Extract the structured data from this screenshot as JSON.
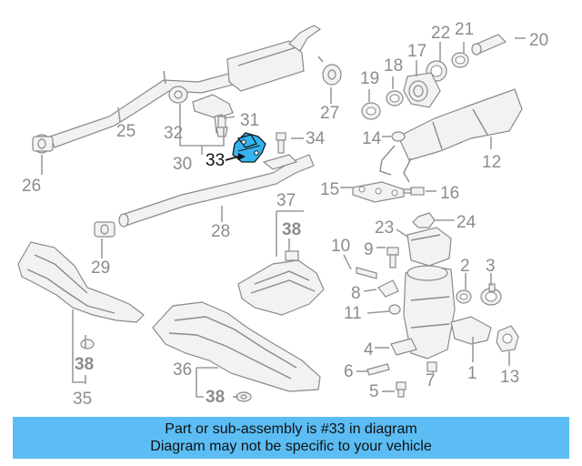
{
  "diagram": {
    "callouts": {
      "c1": "1",
      "c2": "2",
      "c3": "3",
      "c4": "4",
      "c5": "5",
      "c6": "6",
      "c7": "7",
      "c8": "8",
      "c9": "9",
      "c10": "10",
      "c11": "11",
      "c12": "12",
      "c13": "13",
      "c14": "14",
      "c15": "15",
      "c16": "16",
      "c17": "17",
      "c18": "18",
      "c19": "19",
      "c20": "20",
      "c21": "21",
      "c22": "22",
      "c23": "23",
      "c24": "24",
      "c25": "25",
      "c26": "26",
      "c27": "27",
      "c28": "28",
      "c29": "29",
      "c30": "30",
      "c31": "31",
      "c32": "32",
      "c33": "33",
      "c34": "34",
      "c35": "35",
      "c36": "36",
      "c37": "37",
      "c38a": "38",
      "c38b": "38",
      "c38c": "38"
    },
    "highlighted_part": "33",
    "highlight_color": "#33b4f0"
  },
  "banner": {
    "line1": "Part or sub-assembly is #33 in diagram",
    "line2": "Diagram may not be specific to your vehicle",
    "background": "#5bbdf3"
  }
}
